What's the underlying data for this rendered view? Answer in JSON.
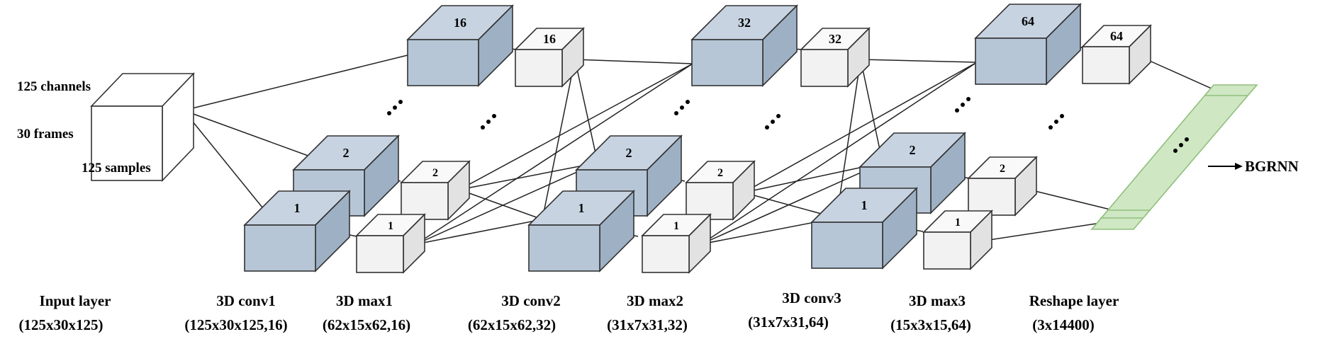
{
  "input": {
    "channels": "125 channels",
    "frames": "30 frames",
    "samples": "125 samples"
  },
  "stages": [
    {
      "kind": "conv",
      "top": "16",
      "mid": "2",
      "bot": "1"
    },
    {
      "kind": "pool",
      "top": "16",
      "mid": "2",
      "bot": "1"
    },
    {
      "kind": "conv",
      "top": "32",
      "mid": "2",
      "bot": "1"
    },
    {
      "kind": "pool",
      "top": "32",
      "mid": "2",
      "bot": "1"
    },
    {
      "kind": "conv",
      "top": "64",
      "mid": "2",
      "bot": "1"
    },
    {
      "kind": "pool",
      "top": "64",
      "mid": "2",
      "bot": "1"
    }
  ],
  "output": {
    "label": "BGRNN"
  },
  "captions": [
    {
      "line1": "Input layer",
      "line2": "(125x30x125)"
    },
    {
      "line1": "3D conv1",
      "line2": "(125x30x125,16)"
    },
    {
      "line1": "3D max1",
      "line2": "(62x15x62,16)"
    },
    {
      "line1": "3D conv2",
      "line2": "(62x15x62,32)"
    },
    {
      "line1": "3D max2",
      "line2": "(31x7x31,32)"
    },
    {
      "line1": "3D conv3",
      "line2": "(31x7x31,64)"
    },
    {
      "line1": "3D max3",
      "line2": "(15x3x15,64)"
    },
    {
      "line1": "Reshape layer",
      "line2": "(3x14400)"
    }
  ],
  "colors": {
    "conv_front": "#b7c6d6",
    "conv_top": "#c7d3e0",
    "conv_side": "#9eb1c4",
    "pool_front": "#f2f2f2",
    "pool_top": "#f9f9f9",
    "pool_side": "#e2e2e2",
    "reshape": "#cfe7c3",
    "stroke": "#333333"
  }
}
